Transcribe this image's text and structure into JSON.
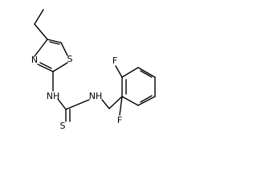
{
  "atoms": {
    "thiazole_n": "N",
    "thiazole_s": "S",
    "amine_nh_left": "NH",
    "amine_nh_right": "NH",
    "thione_s": "S",
    "fluorine_top": "F",
    "fluorine_bottom": "F"
  },
  "colors": {
    "bond": "#000000",
    "label": "#000000",
    "background": "#ffffff"
  }
}
